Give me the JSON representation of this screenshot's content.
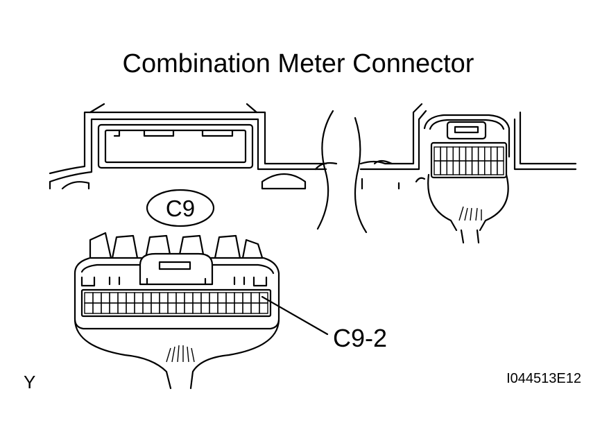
{
  "title": "Combination Meter Connector",
  "connector_label": "C9",
  "pin_callout": "C9-2",
  "corner_mark": "Y",
  "figure_code": "I044513E12"
}
